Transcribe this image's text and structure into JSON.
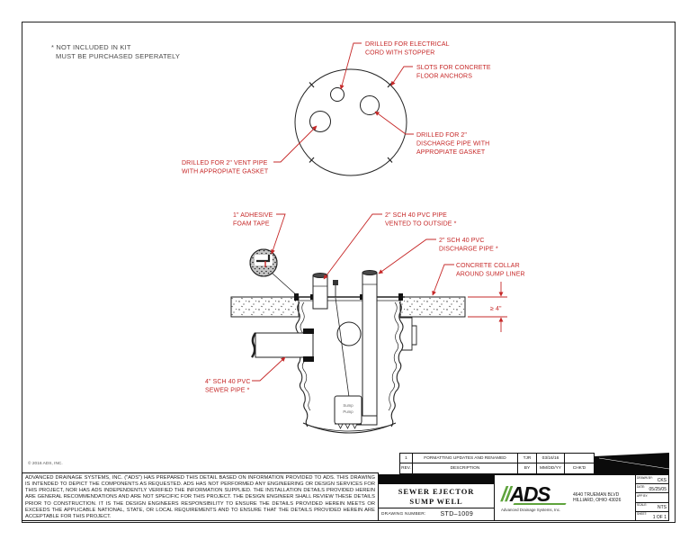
{
  "page": {
    "note_line1": "* NOT INCLUDED IN KIT",
    "note_line2": "MUST BE PURCHASED SEPERATELY",
    "copyright": "© 2016 ADS, INC."
  },
  "top_view": {
    "labels": {
      "electrical": [
        "DRILLED FOR ELECTRICAL",
        "CORD WITH STOPPER"
      ],
      "slots": [
        "SLOTS FOR CONCRETE",
        "FLOOR ANCHORS"
      ],
      "vent": [
        "DRILLED FOR 2\" VENT PIPE",
        "WITH APPROPIATE GASKET"
      ],
      "discharge": [
        "DRILLED FOR 2\"",
        "DISCHARGE PIPE WITH",
        "APPROPIATE GASKET"
      ]
    }
  },
  "section_view": {
    "labels": {
      "foam_tape": [
        "1\" ADHESIVE",
        "FOAM TAPE"
      ],
      "vent_pipe": [
        "2\" SCH 40 PVC PIPE",
        "VENTED TO OUTSIDE *"
      ],
      "discharge_pipe": [
        "2\" SCH 40 PVC",
        "DISCHARGE PIPE *"
      ],
      "collar": [
        "CONCRETE COLLAR",
        "AROUND SUMP LINER"
      ],
      "sewer_pipe": [
        "4\" SCH 40 PVC",
        "SEWER PIPE *"
      ]
    },
    "dimension": "≥  4\"",
    "pump_label": [
      "Sump",
      "Pump"
    ]
  },
  "revision_table": {
    "rows": [
      {
        "rev": "1",
        "description": "FORMATTING UPDATES AND RENAMED",
        "by": "TJR",
        "date": "03/16/16",
        "chkd": ""
      },
      {
        "rev": "REV.",
        "description": "DESCRIPTION",
        "by": "BY",
        "date": "MM/DD/YY",
        "chkd": "CHK'D"
      }
    ]
  },
  "title_block": {
    "title_line1": "SEWER EJECTOR",
    "title_line2": "SUMP WELL",
    "drawing_number_label": "DRAWING NUMBER:",
    "drawing_number": "STD–1009",
    "logo_slashes": "//",
    "logo_text": "ADS",
    "logo_sub": "Advanced Drainage Systems, Inc.",
    "address_line1": "4640 TRUEMAN BLVD",
    "address_line2": "HILLIARD, OHIO 43026",
    "fields": [
      {
        "label": "DRAWN BY:",
        "value": "CKS"
      },
      {
        "label": "DATE:",
        "value": "05/25/05"
      },
      {
        "label": "APP BY:",
        "value": ""
      },
      {
        "label": "SCALE:",
        "value": "NTS"
      },
      {
        "label": "SHEET:",
        "value": "1 OF 1"
      }
    ]
  },
  "disclaimer": "ADVANCED DRAINAGE SYSTEMS, INC. (\"ADS\") HAS PREPARED THIS DETAIL BASED ON INFORMATION PROVIDED TO ADS.  THIS DRAWING IS INTENDED TO DEPICT THE COMPONENTS AS REQUESTED.  ADS HAS NOT PERFORMED ANY ENGINEERING OR DESIGN SERVICES FOR THIS PROJECT, NOR HAS ADS INDEPENDENTLY VERIFIED THE INFORMATION SUPPLIED.  THE INSTALLATION DETAILS PROVIDED HEREIN ARE GENERAL RECOMMENDATIONS AND ARE NOT SPECIFIC FOR THIS PROJECT.  THE DESIGN ENGINEER SHALL REVIEW THESE DETAILS PRIOR TO CONSTRUCTION.  IT IS THE DESIGN ENGINEERS RESPONSIBILITY TO ENSURE THE DETAILS PROVIDED HEREIN MEETS OR EXCEEDS THE APPLICABLE NATIONAL, STATE, OR LOCAL REQUIREMENTS AND TO ENSURE THAT THE DETAILS PROVIDED HEREIN ARE ACCEPTABLE FOR THIS PROJECT.",
  "colors": {
    "annotation_red": "#c62828",
    "logo_green": "#5ea33c",
    "line_black": "#222222"
  }
}
